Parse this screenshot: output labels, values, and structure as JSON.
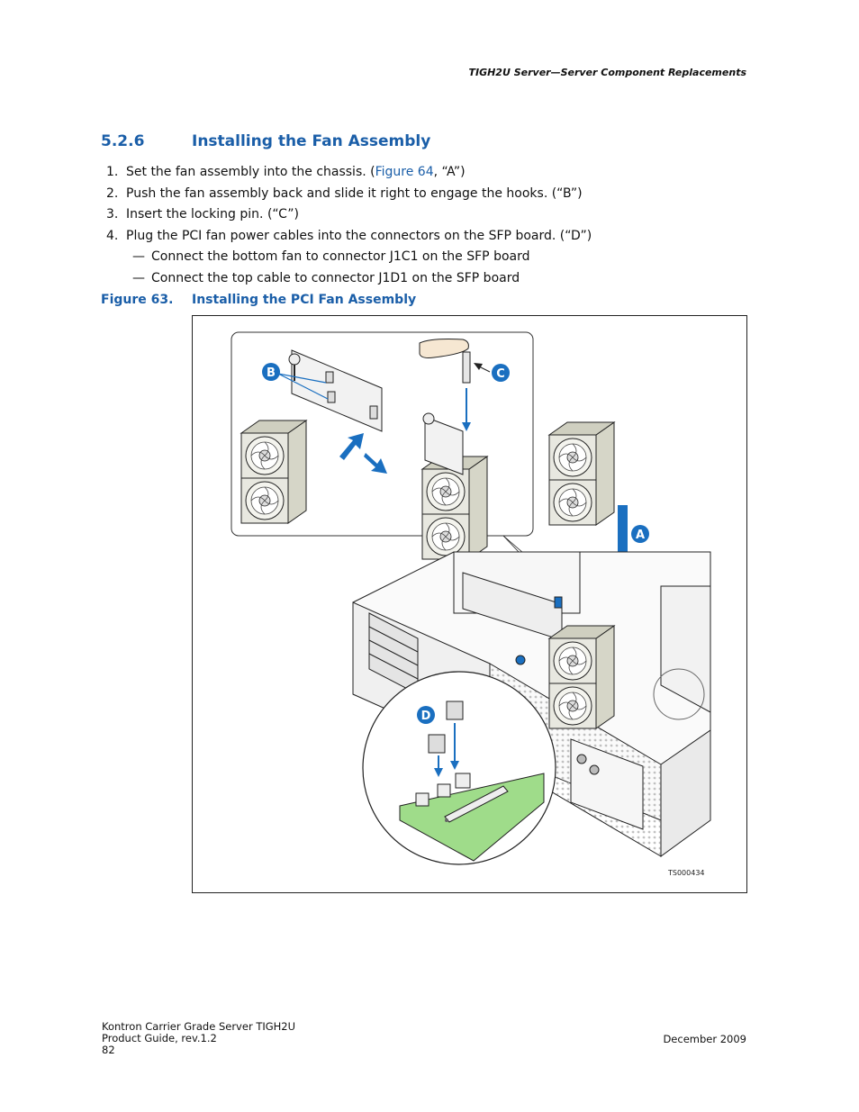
{
  "header": {
    "running_title": "TIGH2U Server—Server Component Replacements"
  },
  "section": {
    "number": "5.2.6",
    "title": "Installing the Fan Assembly"
  },
  "steps": [
    {
      "num": "1.",
      "text_before": "Set the fan assembly into the chassis. (",
      "link": "Figure 64",
      "text_after": ", “A”)"
    },
    {
      "num": "2.",
      "text": "Push the fan assembly back and slide it right to engage the hooks. (“B”)"
    },
    {
      "num": "3.",
      "text": "Insert the locking pin. (“C”)"
    },
    {
      "num": "4.",
      "text": "Plug the PCI fan power cables into the connectors on the SFP board. (“D”)"
    }
  ],
  "substeps": [
    {
      "dash": "—",
      "text": "Connect the bottom fan to connector J1C1 on the SFP board"
    },
    {
      "dash": "—",
      "text": "Connect the top cable to connector J1D1 on the SFP board"
    }
  ],
  "figure": {
    "number": "Figure 63.",
    "title": "Installing the PCI Fan Assembly",
    "callouts": {
      "a": "A",
      "b": "B",
      "c": "C",
      "d": "D"
    },
    "image_id": "TS000434",
    "accent_color": "#1a6fc0",
    "board_color": "#9fdc8a"
  },
  "footer": {
    "line1": "Kontron Carrier Grade Server TIGH2U",
    "line2": "Product Guide, rev.1.2",
    "page": "82",
    "date": "December 2009"
  }
}
